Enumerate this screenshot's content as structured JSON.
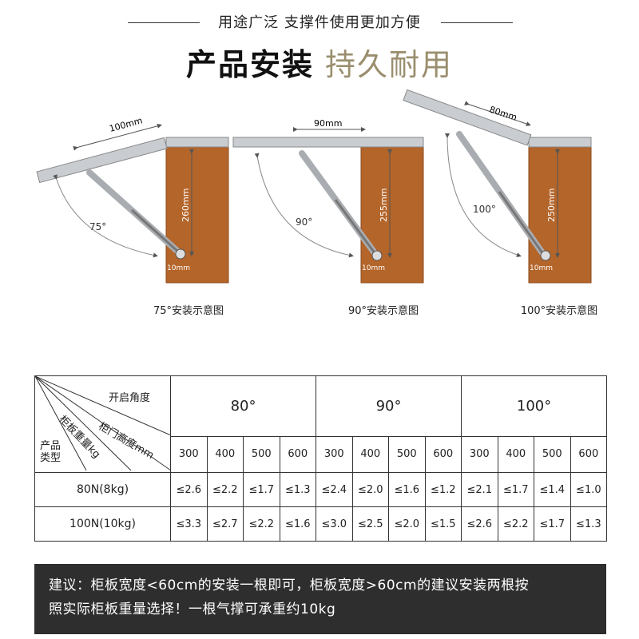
{
  "header": {
    "subtitle": "用途广泛 支撑件使用更加方便",
    "title_main": "产品安装",
    "title_accent": "持久耐用"
  },
  "diagrams": [
    {
      "angle_label": "75°",
      "width_label": "100mm",
      "height_label": "260mm",
      "offset_label": "10mm",
      "caption": "75°安装示意图"
    },
    {
      "angle_label": "90°",
      "width_label": "90mm",
      "height_label": "255mm",
      "offset_label": "10mm",
      "caption": "90°安装示意图"
    },
    {
      "angle_label": "100°",
      "width_label": "80mm",
      "height_label": "250mm",
      "offset_label": "10mm",
      "caption": "100°安装示意图"
    }
  ],
  "table": {
    "corner": {
      "angle": "开启角度",
      "door_height": "柜门高度mm",
      "weight": "柜板重量kg",
      "product_type": "产品\n类型"
    },
    "angles": [
      "80°",
      "90°",
      "100°"
    ],
    "heights": [
      "300",
      "400",
      "500",
      "600"
    ],
    "rows": [
      {
        "label": "80N(8kg)",
        "values": [
          "≤2.6",
          "≤2.2",
          "≤1.7",
          "≤1.3",
          "≤2.4",
          "≤2.0",
          "≤1.6",
          "≤1.2",
          "≤2.1",
          "≤1.7",
          "≤1.4",
          "≤1.0"
        ]
      },
      {
        "label": "100N(10kg)",
        "values": [
          "≤3.3",
          "≤2.7",
          "≤2.2",
          "≤1.6",
          "≤3.0",
          "≤2.5",
          "≤2.0",
          "≤1.5",
          "≤2.6",
          "≤2.2",
          "≤1.7",
          "≤1.3"
        ]
      }
    ]
  },
  "note": {
    "line1": "建议：柜板宽度<60cm的安装一根即可，柜板宽度>60cm的建议安装两根按",
    "line2": "照实际柜板重量选择！一根气撑可承重约10kg"
  },
  "colors": {
    "cabinet": "#b4652a",
    "cabinet_edge": "#8a4a1c",
    "panel": "#c9ccd0",
    "strut": "#a9adb2",
    "band": "#2e2e2e",
    "accent": "#9a8e6e"
  }
}
